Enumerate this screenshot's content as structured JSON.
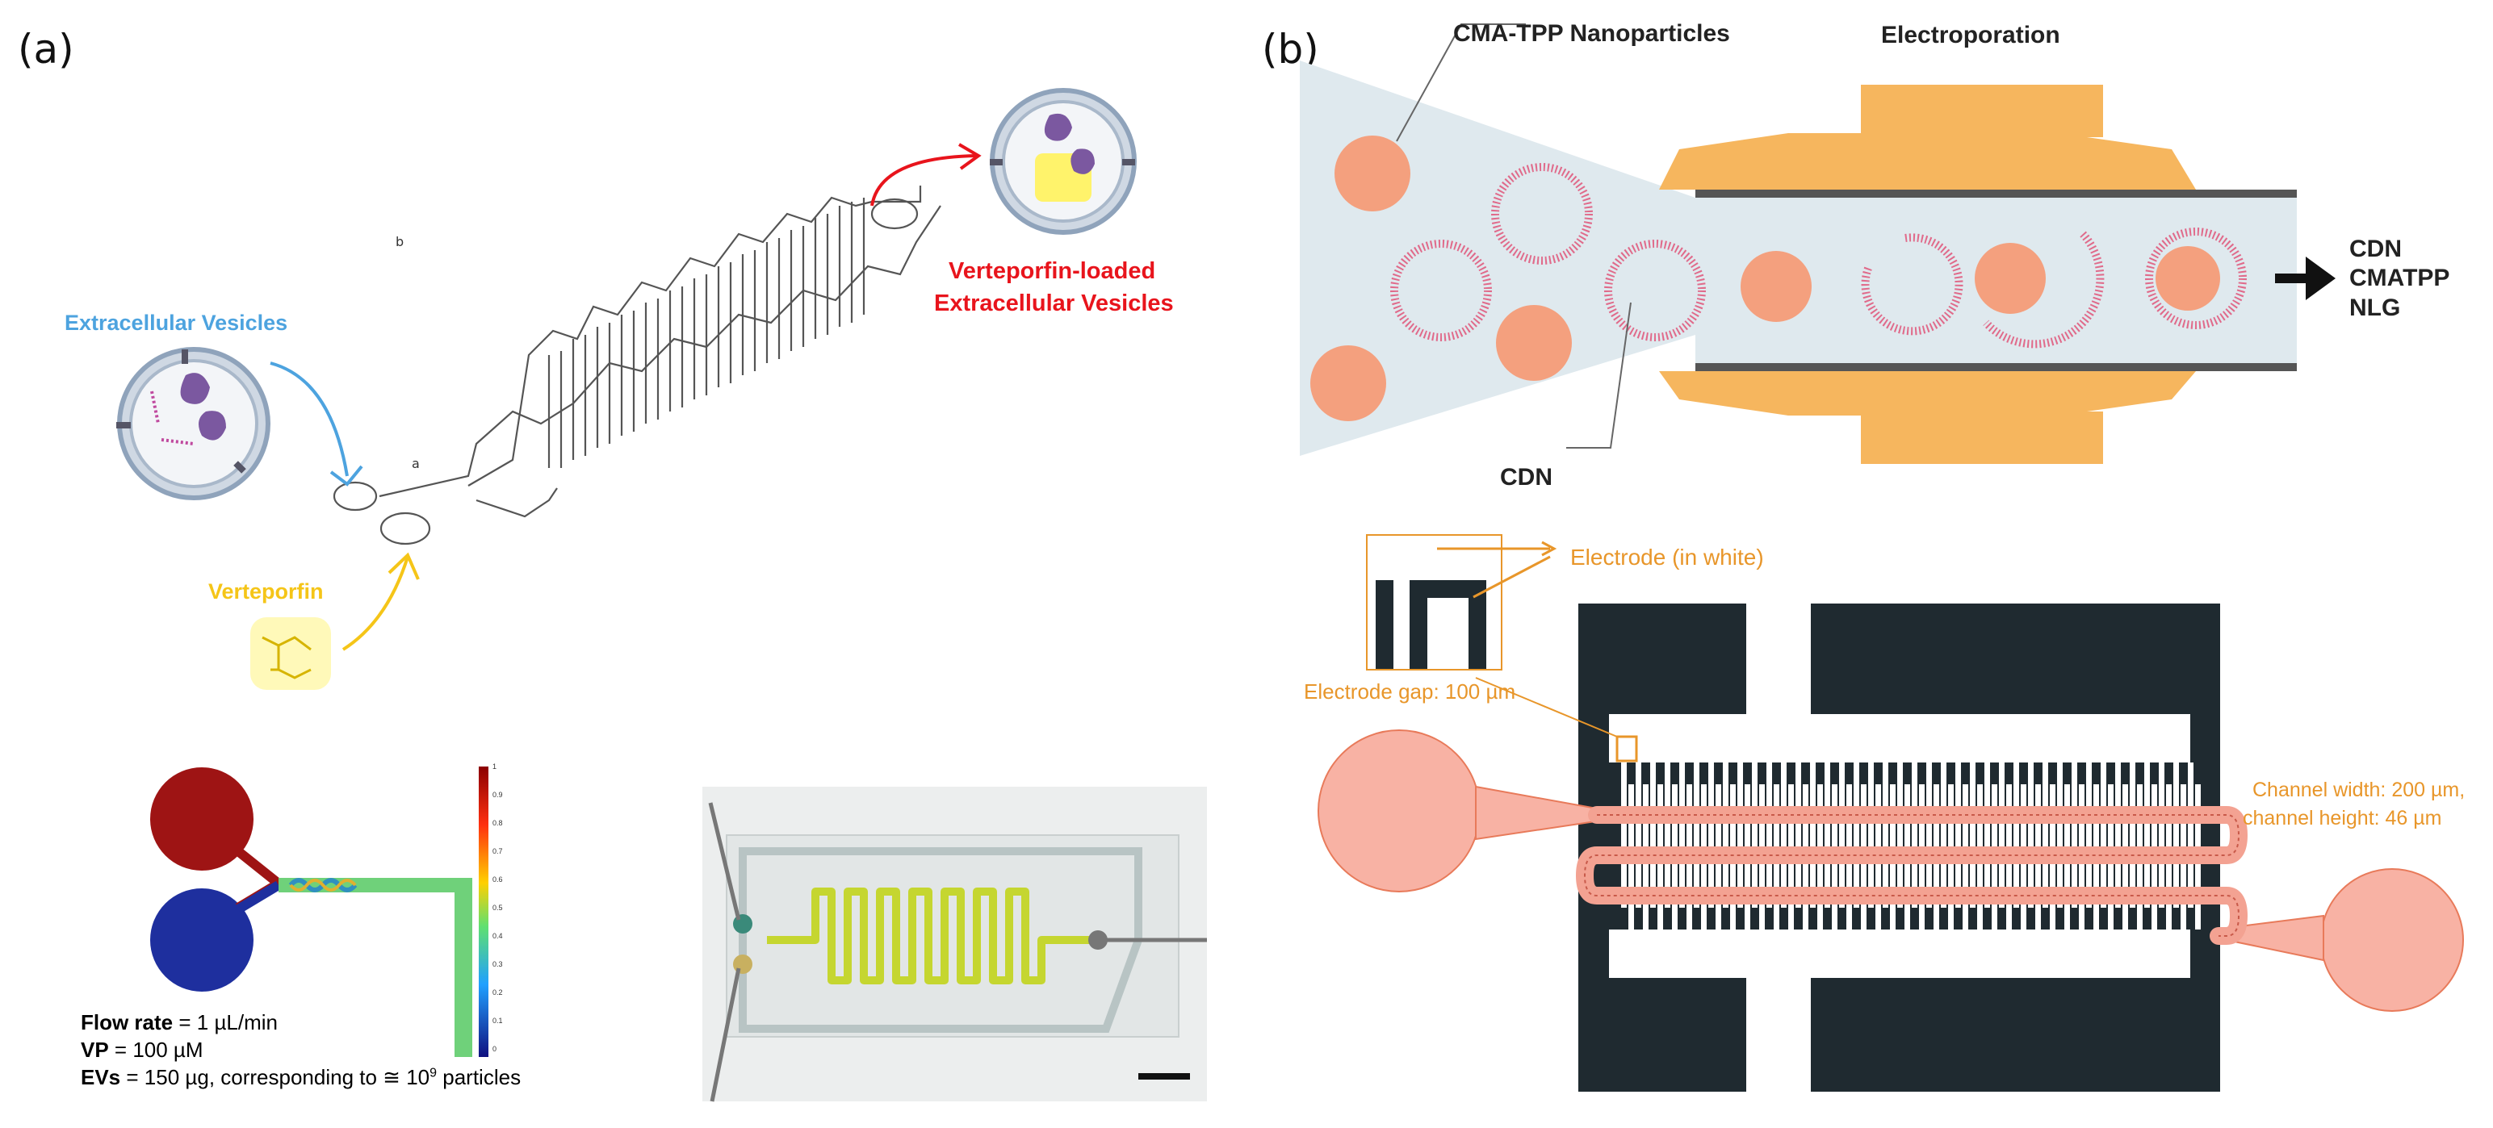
{
  "panel_a": {
    "label": "(a)",
    "extracellular_vesicles": "Extracellular Vesicles",
    "verteporfin": "Verteporfin",
    "loaded_line1": "Verteporfin-loaded",
    "loaded_line2": "Extracellular Vesicles",
    "flow_rate_label": "Flow rate",
    "flow_rate_value": " = 1 µL/min",
    "vp_label": "VP",
    "vp_value": " = 100 µM",
    "evs_label": "EVs",
    "evs_value": " = 150 µg, corresponding to ≅ 10",
    "evs_exp": "9",
    "evs_tail": " particles",
    "colorbar_ticks": [
      "1",
      "0.9",
      "0.8",
      "0.7",
      "0.6",
      "0.5",
      "0.4",
      "0.3",
      "0.2",
      "0.1",
      "0"
    ]
  },
  "panel_b": {
    "label": "(b)",
    "cma_tpp": "CMA-TPP Nanoparticles",
    "electroporation": "Electroporation",
    "cdn": "CDN",
    "out_cdn": "CDN",
    "out_cmatpp": "CMATPP",
    "out_nlg": "NLG",
    "electrode": "Electrode (in white)",
    "electrode_gap": "Electrode gap:  100 µm",
    "channel_width": "Channel width:  200 µm,",
    "channel_height": "channel height: 46 µm"
  },
  "colors": {
    "ev_blue": "#4da3df",
    "verteporfin_yellow": "#f5c518",
    "loaded_red": "#e8141c",
    "nanoparticle": "#f4a07e",
    "electrode_orange": "#f6b65e",
    "chip_dark": "#1f2a30",
    "annotation_orange": "#e8962a"
  }
}
